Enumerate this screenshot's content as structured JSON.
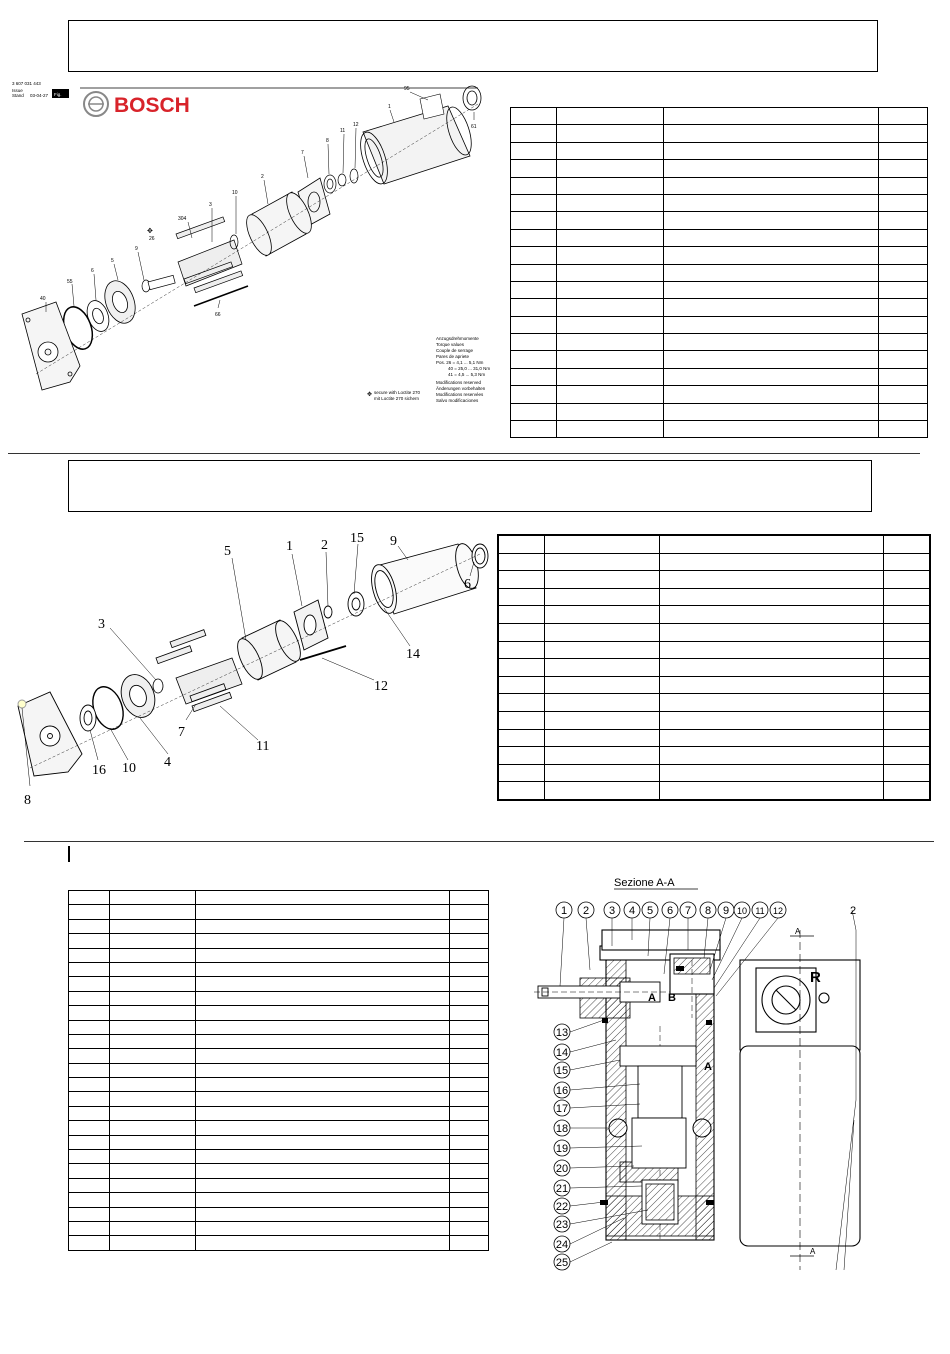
{
  "section1": {
    "header": {
      "code": "3 607 031 443",
      "issue_label": "Issue",
      "issue_date": "03-04-27",
      "fig_label": "Fig.",
      "stand_label": "Stand"
    },
    "brand": "BOSCH",
    "callouts": [
      "95",
      "1",
      "61",
      "12",
      "11",
      "8",
      "7",
      "2",
      "10",
      "3",
      "304",
      "26",
      "9",
      "5",
      "6",
      "55",
      "40",
      "66"
    ],
    "torque_notes": [
      "Anzugsdrehmomente",
      "Torque values",
      "Couple de serrage",
      "Pares de apriete",
      "Pos. 26 = 4,1 ... 5,1 Nm",
      "40 = 25,0 ... 31,0 Nm",
      "41 = 4,5 ... 5,3 Nm"
    ],
    "modification_notes": [
      "Modifications reserved",
      "Änderungen vorbehalten",
      "Modifications reservées",
      "Salvo modificaciones"
    ],
    "loctite_note": [
      "secure with Loctite 270",
      "mit Loctite 270 sichern"
    ],
    "table_rows": 19
  },
  "section2": {
    "callouts": [
      "5",
      "1",
      "2",
      "15",
      "9",
      "3",
      "6",
      "14",
      "12",
      "7",
      "11",
      "16",
      "10",
      "4",
      "8"
    ],
    "table_rows": 15
  },
  "section3": {
    "section_title": "Sezione A-A",
    "callouts_top": [
      "1",
      "2",
      "3",
      "4",
      "5",
      "6",
      "7",
      "8",
      "9",
      "10",
      "11",
      "12"
    ],
    "callouts_left": [
      "13",
      "14",
      "15",
      "16",
      "17",
      "18",
      "19",
      "20",
      "21",
      "22",
      "23",
      "24",
      "25"
    ],
    "callout_right_top": "2",
    "section_marks": [
      "A",
      "A"
    ],
    "port_labels": [
      "A",
      "B",
      "A",
      "R"
    ],
    "table_rows": 25
  },
  "colors": {
    "accent_red": "#d8232a",
    "line": "#000000"
  }
}
